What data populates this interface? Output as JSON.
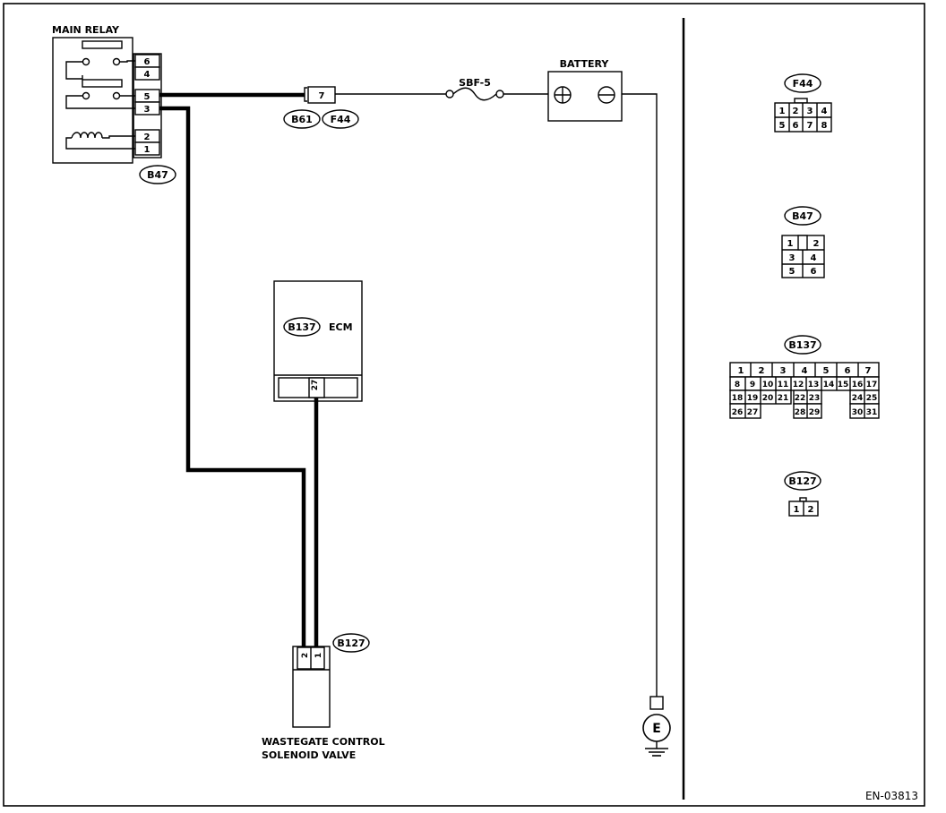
{
  "diagram": {
    "figure_id": "EN-03813",
    "main_relay": {
      "title": "MAIN RELAY",
      "connector": "B47",
      "pins": [
        "6",
        "4",
        "5",
        "3",
        "2",
        "1"
      ]
    },
    "junction": {
      "pin": "7",
      "connectors": [
        "B61",
        "F44"
      ]
    },
    "fuse": {
      "label": "SBF-5"
    },
    "battery": {
      "label": "BATTERY",
      "plus_symbol": "⊕",
      "minus_symbol": "⊖"
    },
    "ecm": {
      "label": "ECM",
      "connector": "B137",
      "pin": "27"
    },
    "solenoid": {
      "connector": "B127",
      "pins": [
        "2",
        "1"
      ],
      "label_line1": "WASTEGATE CONTROL",
      "label_line2": "SOLENOID VALVE"
    },
    "ground": {
      "label": "E"
    },
    "connector_views": {
      "f44": {
        "code": "F44",
        "rows": [
          [
            "1",
            "2",
            "3",
            "4"
          ],
          [
            "5",
            "6",
            "7",
            "8"
          ]
        ]
      },
      "b47": {
        "code": "B47",
        "rows": [
          [
            "1",
            "2"
          ],
          [
            "3",
            "4"
          ],
          [
            "5",
            "6"
          ]
        ]
      },
      "b137": {
        "code": "B137",
        "row1": [
          "1",
          "2",
          "3",
          "4",
          "5",
          "6",
          "7"
        ],
        "row2": [
          "8",
          "9",
          "10",
          "11",
          "12",
          "13",
          "14",
          "15",
          "16",
          "17"
        ],
        "row3": [
          "18",
          "19",
          "20",
          "21",
          "22",
          "23",
          "24",
          "25"
        ],
        "row4": [
          "26",
          "27",
          "28",
          "29",
          "30",
          "31"
        ]
      },
      "b127": {
        "code": "B127",
        "pins": [
          "1",
          "2"
        ]
      }
    }
  }
}
